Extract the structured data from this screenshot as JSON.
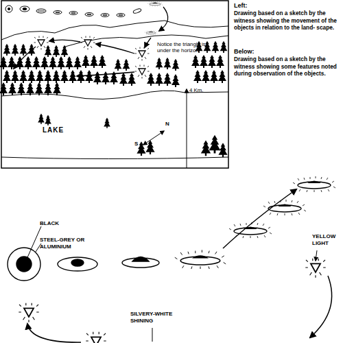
{
  "diagram": {
    "labels": [
      "Left:",
      "Drawing based on a sketch by the witness showing the movement of the objects in relation to the land- scape.",
      "Below:",
      "Drawing based on a sketch by the witness showing some features noted during observation of the objects.",
      "Notice the triangle is under the horizon",
      "4 Km.",
      "N",
      "S",
      "LAKE",
      "BLACK",
      "STEEL-GREY OR ALUMINIUM",
      "YELLOW LIGHT",
      "SILVERY-WHITE SHINING"
    ]
  }
}
